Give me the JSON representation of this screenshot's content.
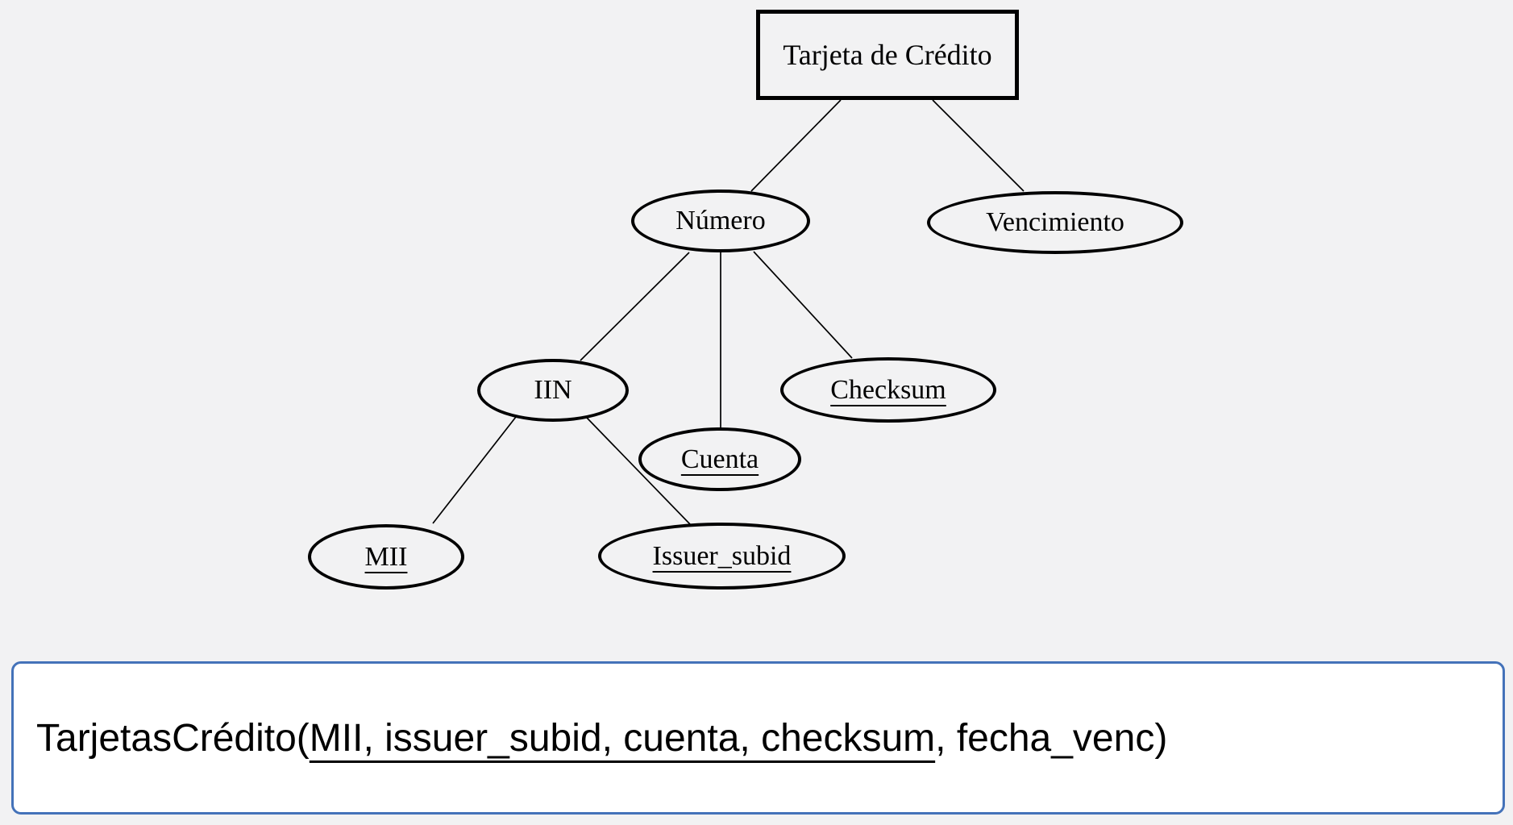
{
  "diagram": {
    "type": "er-attribute-tree",
    "entity": {
      "label": "Tarjeta de Crédito"
    },
    "nodes": {
      "numero": {
        "label": "Número",
        "key": false
      },
      "vencimiento": {
        "label": "Vencimiento",
        "key": false
      },
      "iin": {
        "label": "IIN",
        "key": false
      },
      "checksum": {
        "label": "Checksum",
        "key": true
      },
      "cuenta": {
        "label": "Cuenta",
        "key": true
      },
      "mii": {
        "label": "MII",
        "key": true
      },
      "issuer_subid": {
        "label": "Issuer_subid",
        "key": true
      }
    },
    "edges": [
      [
        "entity",
        "numero"
      ],
      [
        "entity",
        "vencimiento"
      ],
      [
        "numero",
        "iin"
      ],
      [
        "numero",
        "cuenta"
      ],
      [
        "numero",
        "checksum"
      ],
      [
        "iin",
        "mii"
      ],
      [
        "iin",
        "issuer_subid"
      ]
    ]
  },
  "schema": {
    "prefix": "TarjetasCrédito(",
    "underlined": "MII, issuer_subid, cuenta, checksum",
    "suffix": ", fecha_venc)"
  },
  "colors": {
    "background": "#f2f2f3",
    "node_stroke": "#000000",
    "panel_border": "#4472b9",
    "panel_background": "#ffffff"
  }
}
